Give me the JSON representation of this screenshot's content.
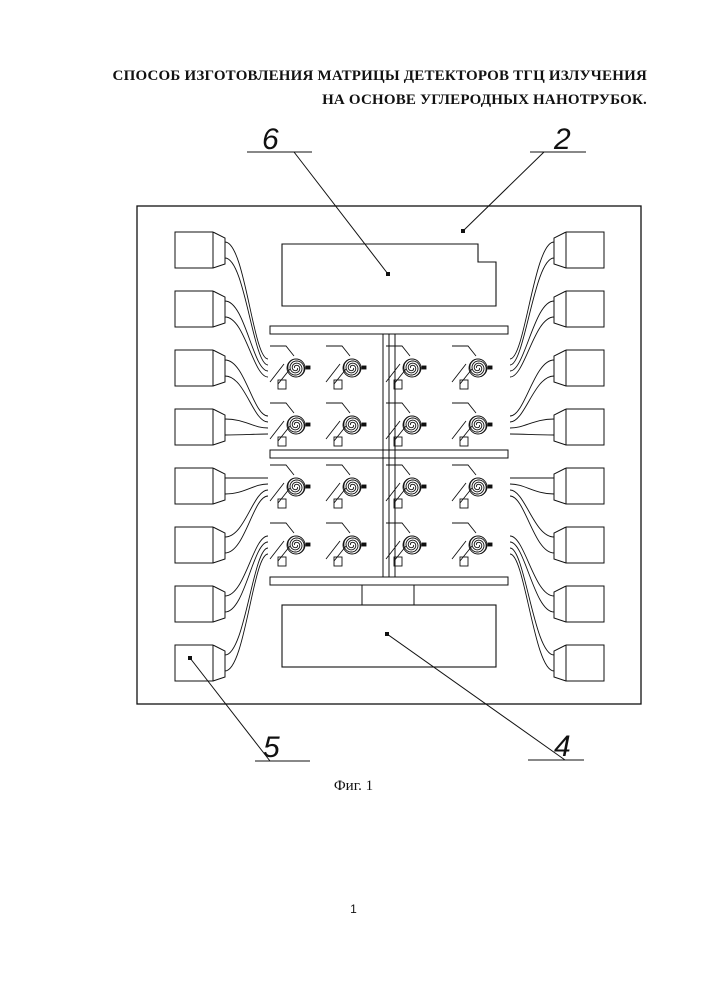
{
  "document": {
    "title_line1": "СПОСОБ ИЗГОТОВЛЕНИЯ МАТРИЦЫ ДЕТЕКТОРОВ ТГЦ ИЗЛУЧЕНИЯ",
    "title_line2": "НА ОСНОВЕ УГЛЕРОДНЫХ НАНОТРУБОК.",
    "caption": "Фиг. 1",
    "page_number": "1"
  },
  "figure": {
    "callouts": {
      "c6": "6",
      "c2": "2",
      "c5": "5",
      "c4": "4"
    },
    "detector_rows": 4,
    "detector_cols": 4,
    "pads_per_side": 8
  }
}
